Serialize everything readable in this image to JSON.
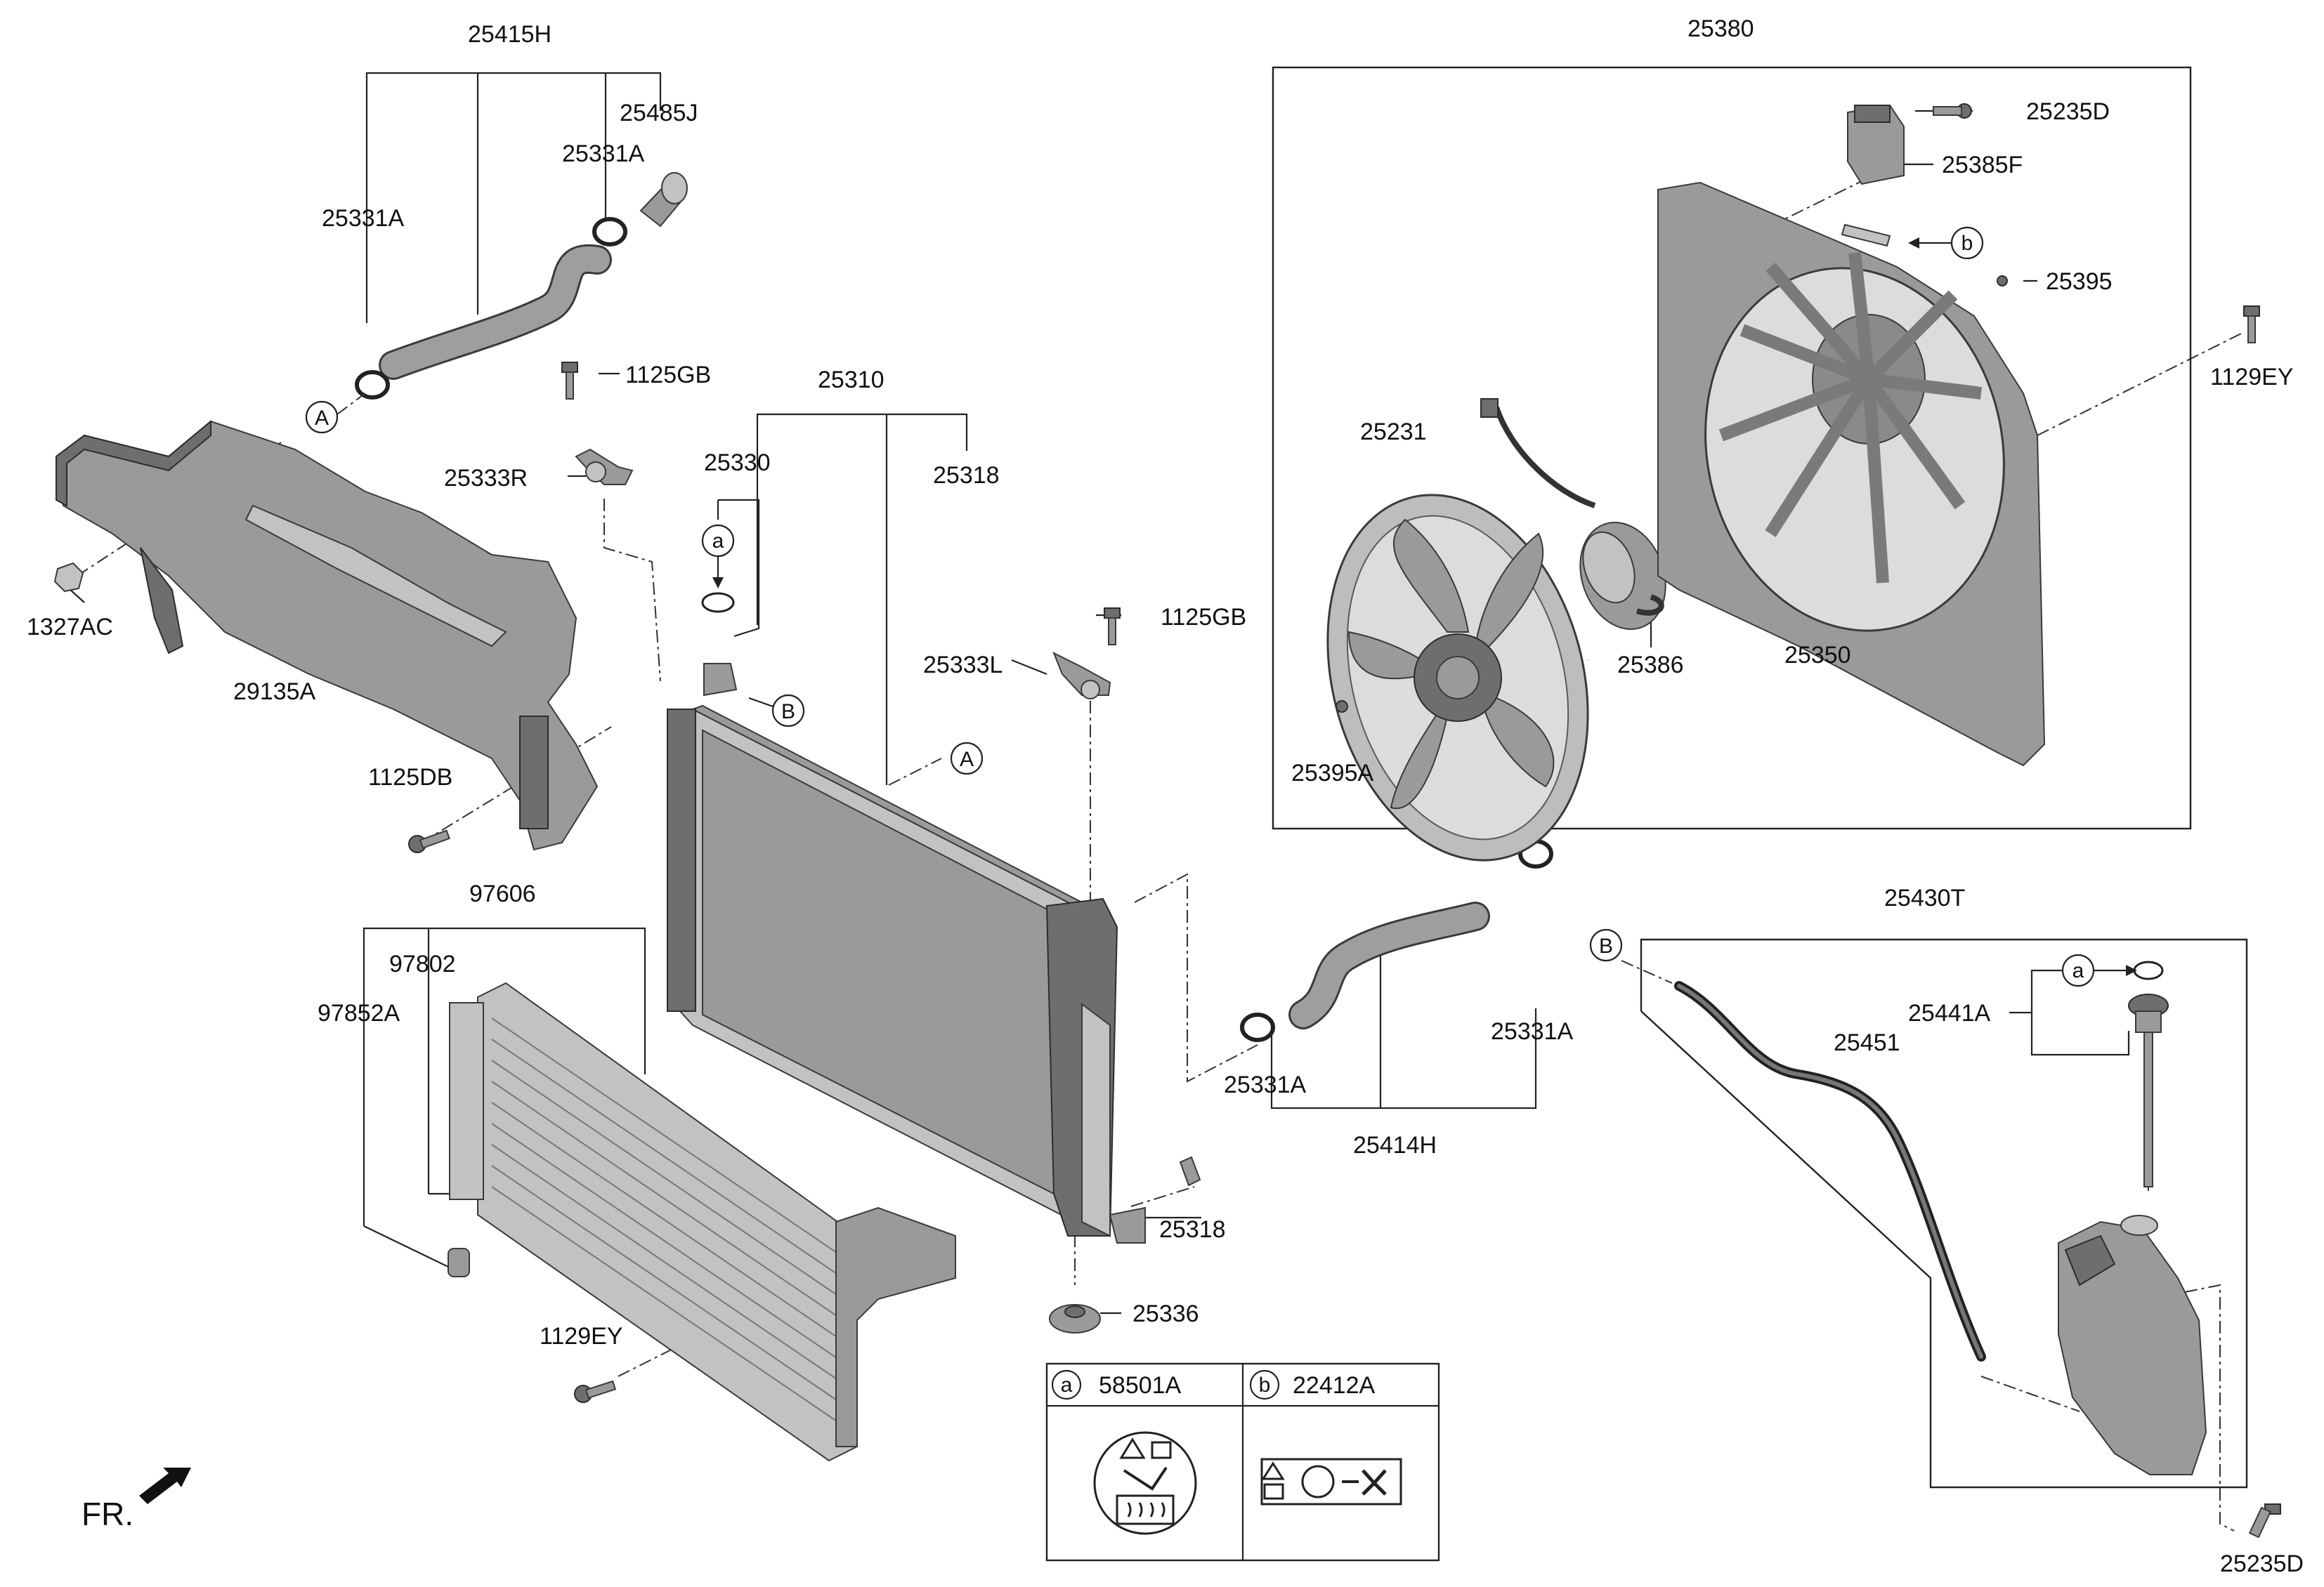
{
  "labels": {
    "l25415H": "25415H",
    "l25485J": "25485J",
    "l25331A_1": "25331A",
    "l25331A_2": "25331A",
    "l1125GB_1": "1125GB",
    "l25333R": "25333R",
    "l1327AC": "1327AC",
    "l29135A": "29135A",
    "l1125DB": "1125DB",
    "l25310": "25310",
    "l25330": "25330",
    "l25318_1": "25318",
    "l25333L": "25333L",
    "l1125GB_2": "1125GB",
    "l25380": "25380",
    "l25235D_1": "25235D",
    "l25385F": "25385F",
    "l25395": "25395",
    "l1129EY_1": "1129EY",
    "l25231": "25231",
    "l25386": "25386",
    "l25350": "25350",
    "l25395A": "25395A",
    "l97606": "97606",
    "l97802": "97802",
    "l97852A": "97852A",
    "l1129EY_2": "1129EY",
    "l25331A_3": "25331A",
    "l25331A_4": "25331A",
    "l25414H": "25414H",
    "l25318_2": "25318",
    "l25336": "25336",
    "l25430T": "25430T",
    "l25441A": "25441A",
    "l25451": "25451",
    "l25235D_2": "25235D",
    "l58501A": "58501A",
    "l22412A": "22412A",
    "fr": "FR."
  },
  "callouts": {
    "A": "A",
    "B": "B",
    "a": "a",
    "b": "b"
  }
}
